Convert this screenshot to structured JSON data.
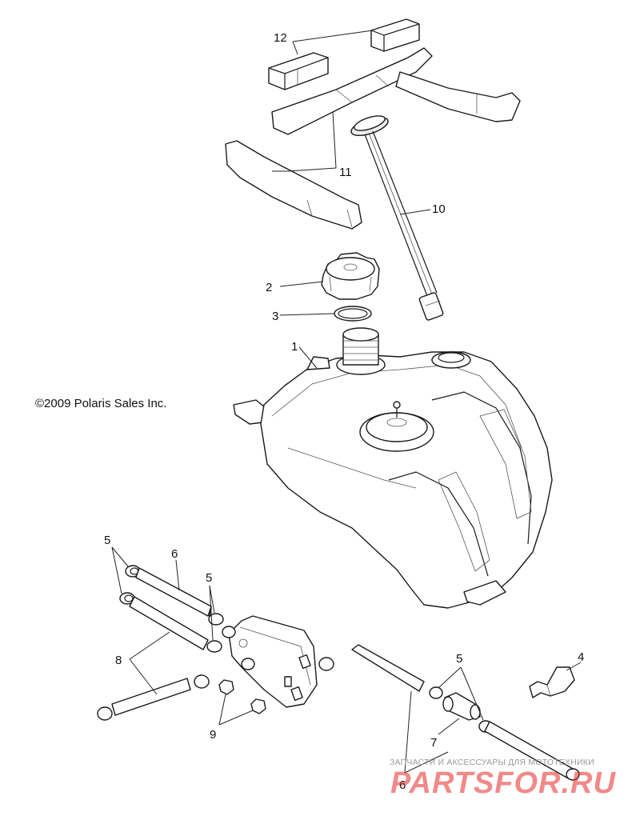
{
  "copyright": "©2009 Polaris Sales Inc.",
  "watermark": {
    "tagline": "ЗАПЧАСТИ И АКСЕССУАРЫ ДЛЯ МОТОТЕХНИКИ",
    "logo": "PARTSFOR.RU",
    "logo_color": "#e82828"
  },
  "callouts": {
    "c1": "1",
    "c2": "2",
    "c3": "3",
    "c4": "4",
    "c5a": "5",
    "c5b": "5",
    "c5c": "5",
    "c6a": "6",
    "c6b": "6",
    "c7": "7",
    "c8": "8",
    "c9": "9",
    "c10": "10",
    "c11": "11",
    "c12": "12"
  }
}
